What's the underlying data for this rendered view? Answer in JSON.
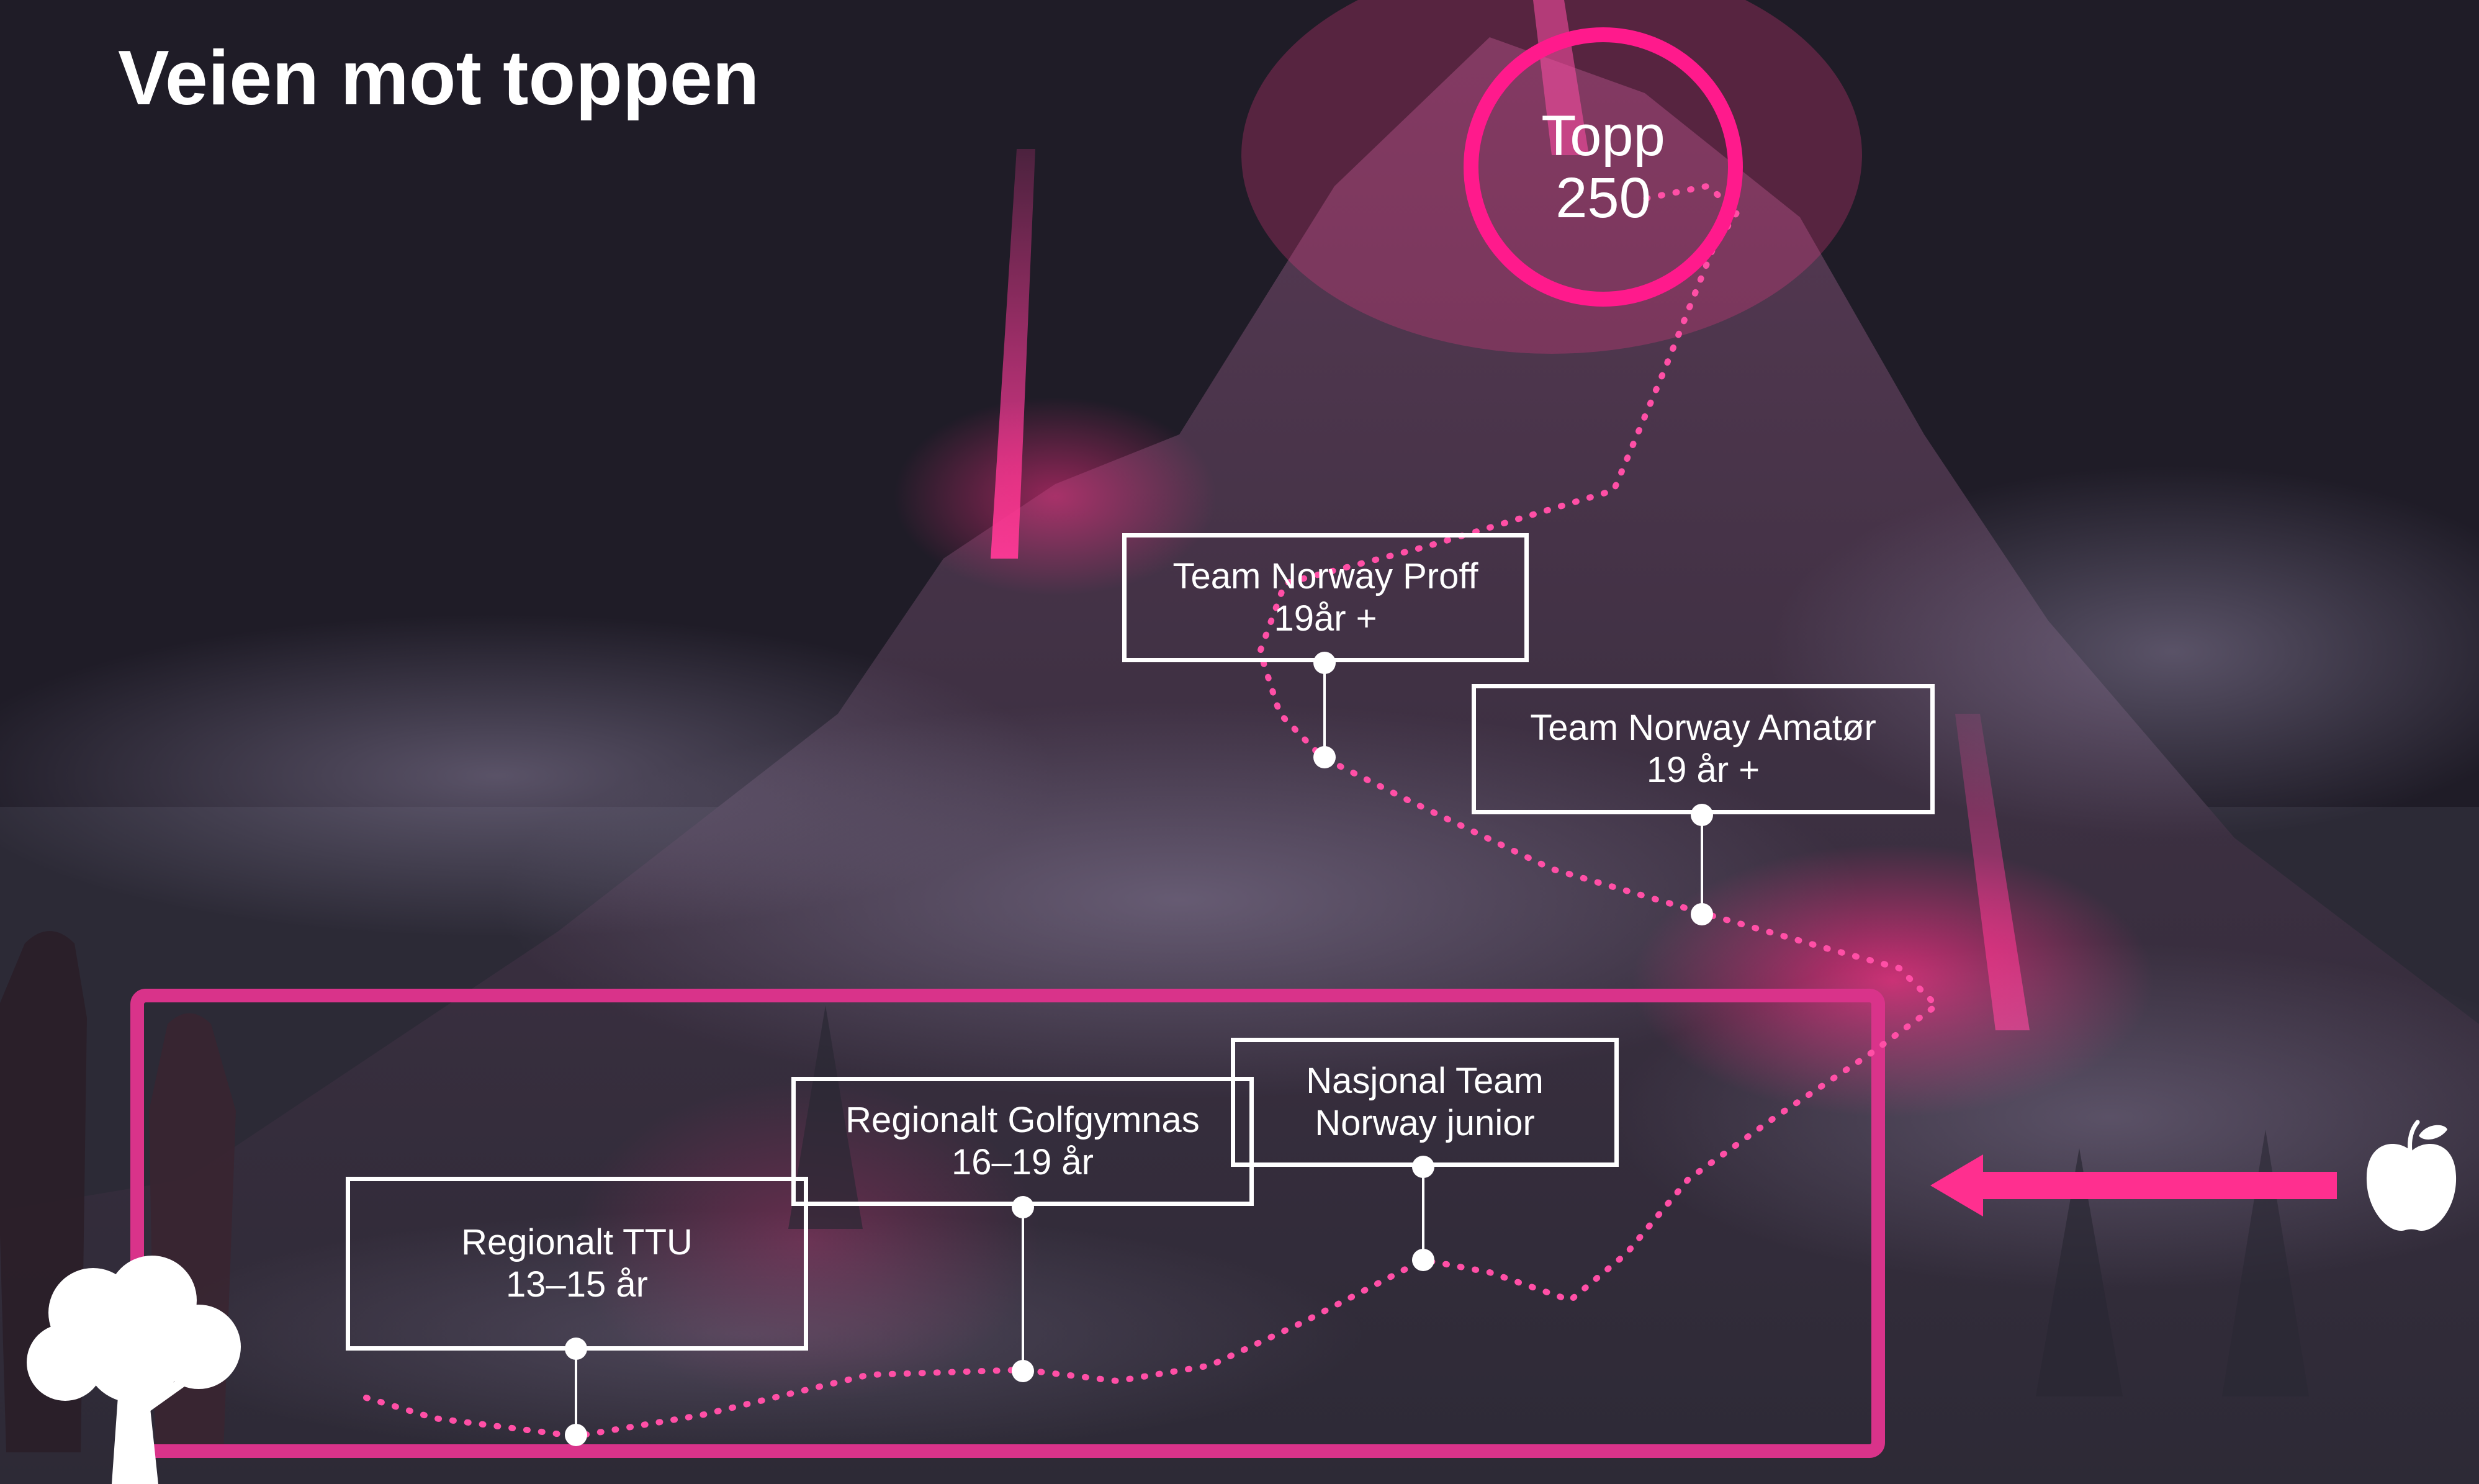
{
  "page_title": "Veien mot toppen",
  "summit": {
    "line1": "Topp",
    "line2": "250"
  },
  "stages": [
    {
      "line1": "Regionalt TTU",
      "line2": "13–15 år"
    },
    {
      "line1": "Regionalt Golfgymnas",
      "line2": "16–19 år"
    },
    {
      "line1": "Nasjonal Team",
      "line2": "Norway junior"
    },
    {
      "line1": "Team Norway Proff",
      "line2": "19år +"
    },
    {
      "line1": "Team Norway Amatør",
      "line2": "19 år +"
    }
  ],
  "colors": {
    "accent": "#ff1a8c",
    "frame": "#d9338a",
    "text": "#ffffff"
  },
  "icons": [
    "tree-icon",
    "apple-icon",
    "arrow-left-icon"
  ]
}
